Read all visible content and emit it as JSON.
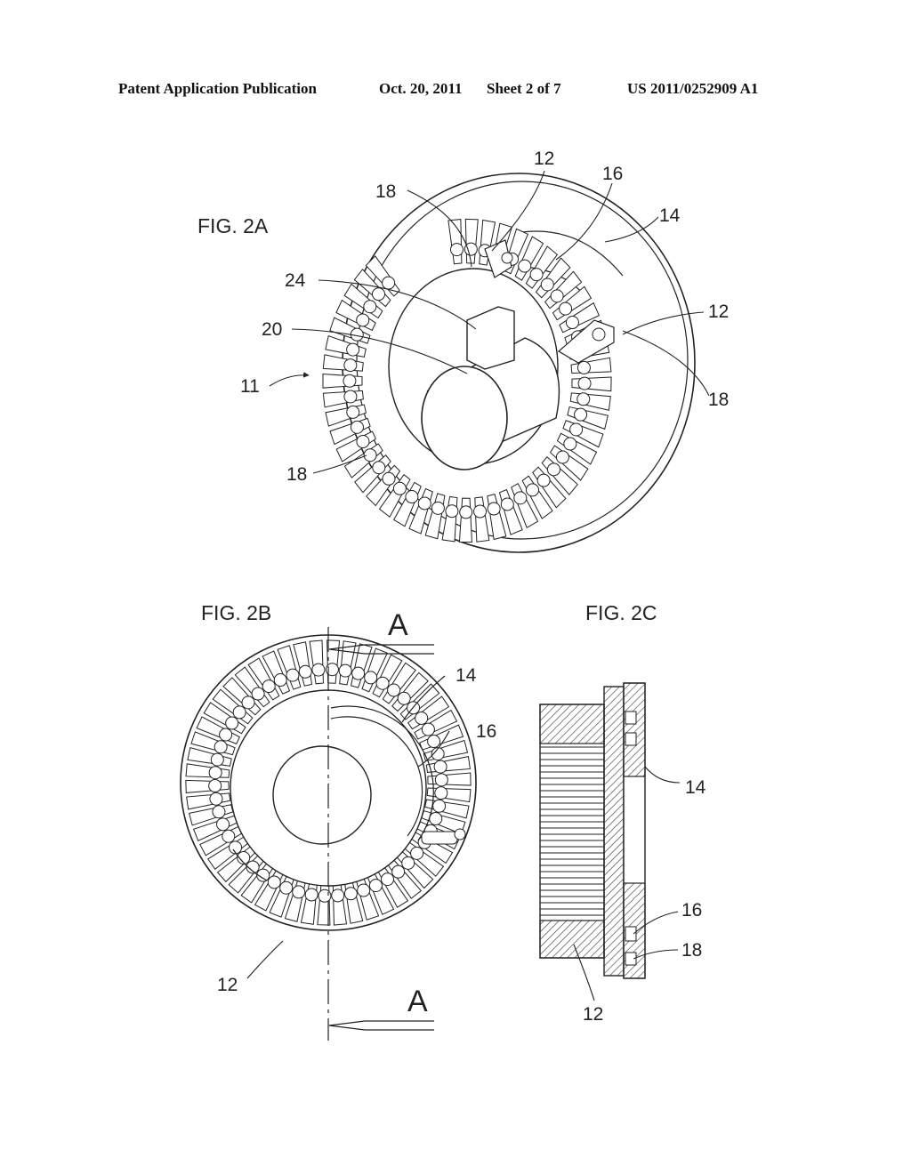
{
  "header": {
    "publication": "Patent Application Publication",
    "date": "Oct. 20, 2011",
    "sheet": "Sheet 2 of 7",
    "number": "US 2011/0252909 A1"
  },
  "figures": {
    "fig2a": {
      "title": "FIG. 2A",
      "labels": {
        "l12a": "12",
        "l16": "16",
        "l14": "14",
        "l18a": "18",
        "l24": "24",
        "l20": "20",
        "l12b": "12",
        "l11": "11",
        "l18b": "18",
        "l18c": "18"
      }
    },
    "fig2b": {
      "title": "FIG. 2B",
      "labels": {
        "sectionTop": "A",
        "sectionBottom": "A",
        "l14": "14",
        "l16": "16",
        "l12": "12"
      }
    },
    "fig2c": {
      "title": "FIG. 2C",
      "labels": {
        "l14": "14",
        "l16": "16",
        "l18": "18",
        "l12": "12"
      }
    }
  },
  "colors": {
    "ink": "#222222",
    "paper": "#ffffff"
  }
}
